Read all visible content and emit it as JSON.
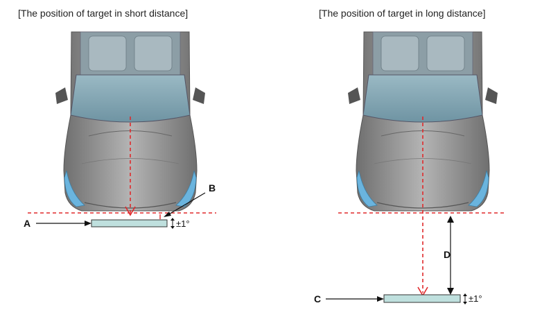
{
  "titles": {
    "short": "[The position of target in short distance]",
    "long": "[The position of target in long distance]"
  },
  "labels": {
    "A": "A",
    "B": "B",
    "C": "C",
    "D": "D"
  },
  "tolerance": {
    "short": "±1°",
    "long": "±1°"
  },
  "colors": {
    "guide_line": "#e0282a",
    "target_fill": "#bfe0de",
    "car_body": "#8b8b8b",
    "glass": "#7fa6b3",
    "headlight": "#6ab4de"
  }
}
